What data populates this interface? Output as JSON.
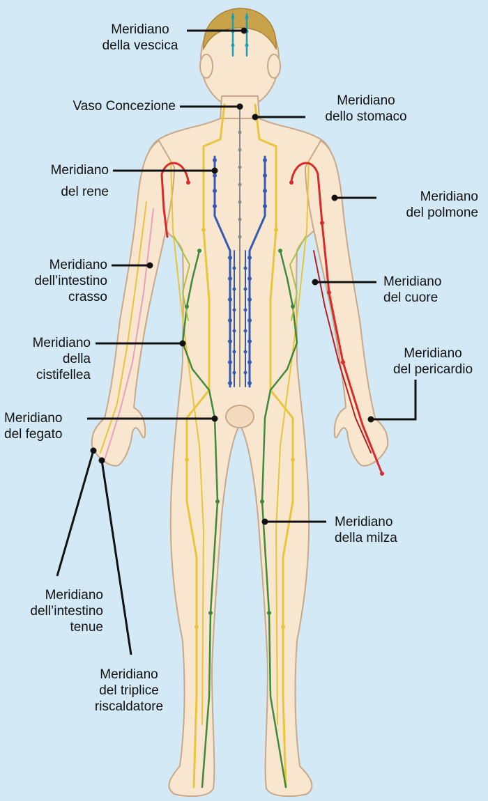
{
  "labels": {
    "vescica": [
      "Meridiano",
      "della vescica"
    ],
    "vaso_concezione": [
      "Vaso Concezione"
    ],
    "stomaco": [
      "Meridiano",
      "dello stomaco"
    ],
    "rene": [
      "Meridiano",
      "del rene"
    ],
    "polmone": [
      "Meridiano",
      "del polmone"
    ],
    "intestino_crasso": [
      "Meridiano",
      "dell’intestino",
      "crasso"
    ],
    "cuore": [
      "Meridiano",
      "del cuore"
    ],
    "cistifellea": [
      "Meridiano",
      "della",
      "cistifellea"
    ],
    "pericardio": [
      "Meridiano",
      "del pericardio"
    ],
    "fegato": [
      "Meridiano",
      "del fegato"
    ],
    "milza": [
      "Meridiano",
      "della milza"
    ],
    "intestino_tenue": [
      "Meridiano",
      "dell’intestino",
      "tenue"
    ],
    "triplice_riscaldatore": [
      "Meridiano",
      "del triplice",
      "riscaldatore"
    ]
  },
  "colors": {
    "background": "#d3e9f6",
    "skin": "#f8e6cf",
    "skin_outline": "#c8a888",
    "meridian_yellow": "#e9c53a",
    "meridian_red": "#d92a2a",
    "meridian_green": "#3e8a3a",
    "meridian_lightgreen": "#a8c24a",
    "meridian_blue": "#3359b0",
    "meridian_teal": "#1aa0b8",
    "meridian_grey": "#8a8a8a",
    "leader": "#111111"
  }
}
